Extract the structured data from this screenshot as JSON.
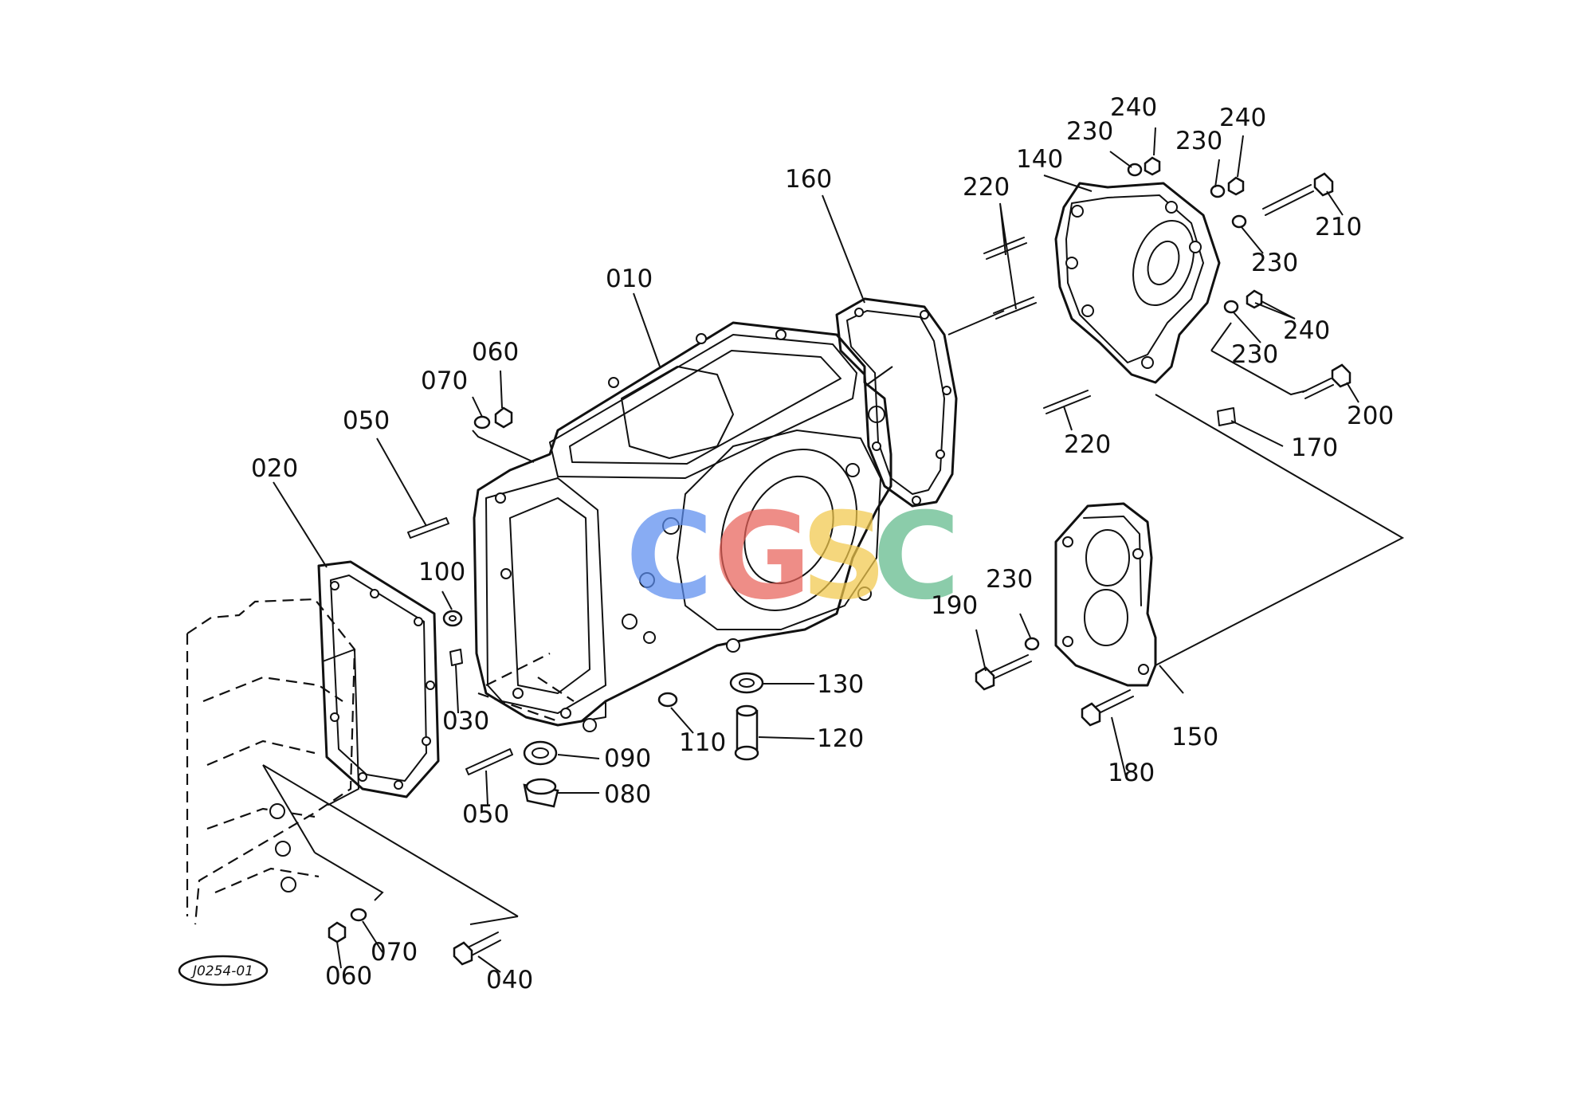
{
  "diagram_ref": "J0254-01",
  "watermark": {
    "letters": [
      {
        "text": "C",
        "color": "#5b8def"
      },
      {
        "text": "G",
        "color": "#e8625a"
      },
      {
        "text": "S",
        "color": "#f2c94c"
      },
      {
        "text": "C",
        "color": "#5fb98a"
      }
    ]
  },
  "callouts": [
    {
      "id": "c010",
      "label": "010"
    },
    {
      "id": "c020",
      "label": "020"
    },
    {
      "id": "c030",
      "label": "030"
    },
    {
      "id": "c040",
      "label": "040"
    },
    {
      "id": "c050a",
      "label": "050"
    },
    {
      "id": "c050b",
      "label": "050"
    },
    {
      "id": "c060a",
      "label": "060"
    },
    {
      "id": "c060b",
      "label": "060"
    },
    {
      "id": "c070a",
      "label": "070"
    },
    {
      "id": "c070b",
      "label": "070"
    },
    {
      "id": "c080",
      "label": "080"
    },
    {
      "id": "c090",
      "label": "090"
    },
    {
      "id": "c100",
      "label": "100"
    },
    {
      "id": "c110",
      "label": "110"
    },
    {
      "id": "c120",
      "label": "120"
    },
    {
      "id": "c130",
      "label": "130"
    },
    {
      "id": "c140",
      "label": "140"
    },
    {
      "id": "c150",
      "label": "150"
    },
    {
      "id": "c160",
      "label": "160"
    },
    {
      "id": "c170",
      "label": "170"
    },
    {
      "id": "c180",
      "label": "180"
    },
    {
      "id": "c190",
      "label": "190"
    },
    {
      "id": "c200",
      "label": "200"
    },
    {
      "id": "c210",
      "label": "210"
    },
    {
      "id": "c220a",
      "label": "220"
    },
    {
      "id": "c220b",
      "label": "220"
    },
    {
      "id": "c230a",
      "label": "230"
    },
    {
      "id": "c230b",
      "label": "230"
    },
    {
      "id": "c230c",
      "label": "230"
    },
    {
      "id": "c230d",
      "label": "230"
    },
    {
      "id": "c230e",
      "label": "230"
    },
    {
      "id": "c240a",
      "label": "240"
    },
    {
      "id": "c240b",
      "label": "240"
    },
    {
      "id": "c240c",
      "label": "240"
    }
  ]
}
